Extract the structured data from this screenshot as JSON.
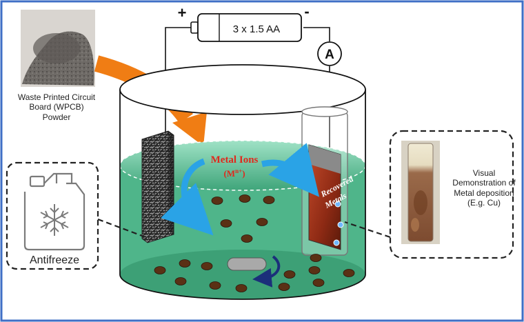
{
  "battery": {
    "label": "3 x 1.5 AA",
    "plus": "+",
    "minus": "-"
  },
  "ammeter": {
    "label": "A"
  },
  "metal_ions": {
    "line1": "Metal Ions",
    "line2": "(M",
    "sup": "n+",
    "close": ")"
  },
  "recovered": {
    "line1": "Recovered",
    "line2": "Metals"
  },
  "labels": {
    "wpcb": "Waste Printed Circuit Board (WPCB) Powder",
    "visual": "Visual Demonstration of Metal deposition (E.g. Cu)",
    "antifreeze": "Antifreeze"
  },
  "colors": {
    "frame": "#3f6fc6",
    "electrolyte": "#4fb58a",
    "ions_text": "#e0281c",
    "flow_arrow": "#2aa3e6",
    "powder_arrow": "#f07d14",
    "bead": "#5a3115"
  }
}
